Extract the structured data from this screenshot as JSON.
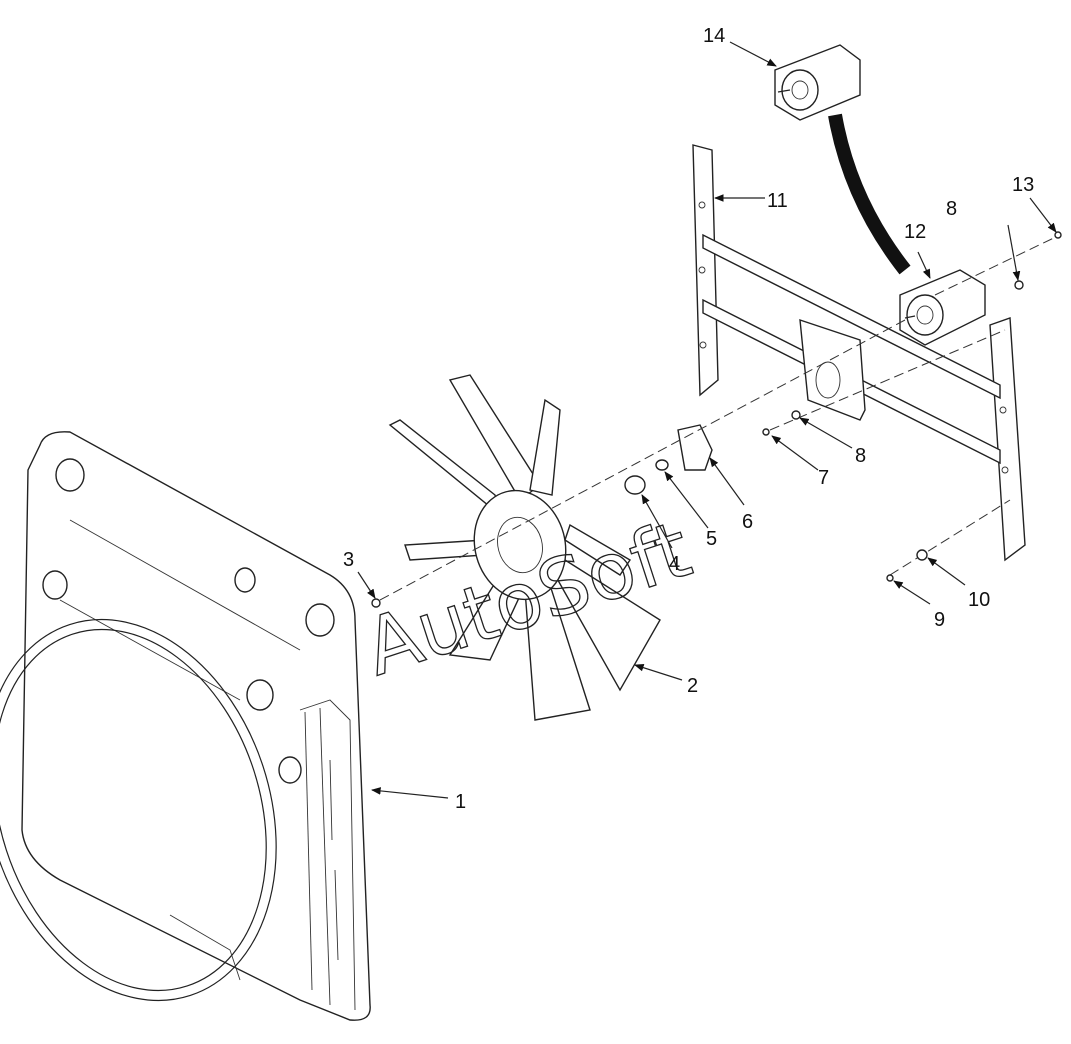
{
  "diagram": {
    "watermark": "AutoSoft",
    "callouts": [
      "1",
      "2",
      "3",
      "4",
      "5",
      "6",
      "7",
      "8",
      "8",
      "9",
      "10",
      "11",
      "12",
      "13",
      "14"
    ]
  }
}
